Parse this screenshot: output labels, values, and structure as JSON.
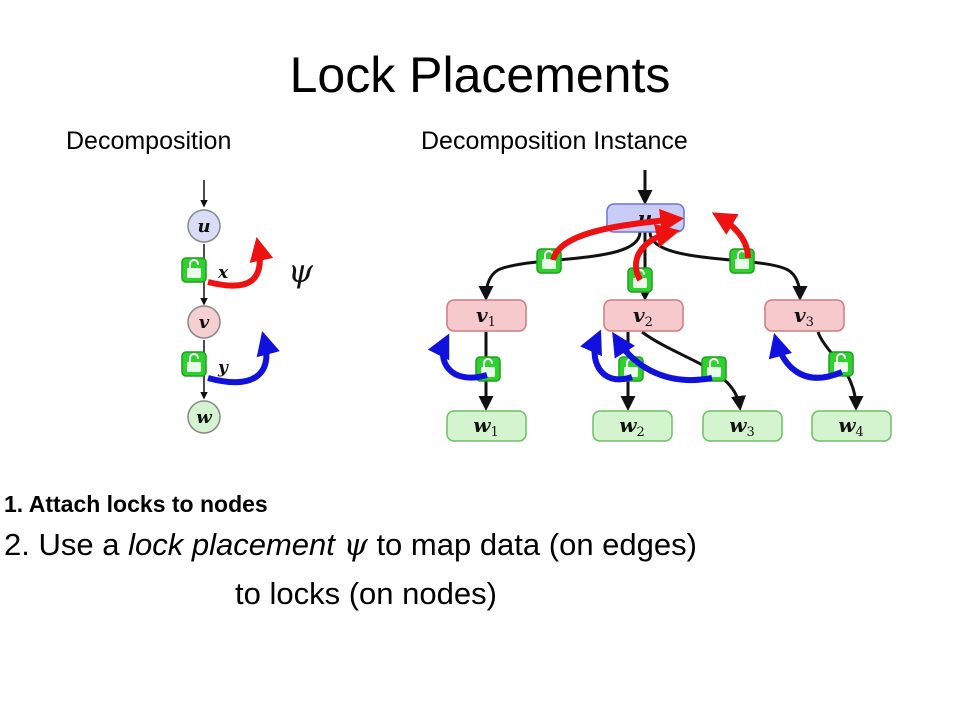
{
  "slide": {
    "title": "Lock Placements",
    "left_heading": "Decomposition",
    "right_heading": "Decomposition Instance"
  },
  "left_diagram": {
    "nodes": [
      "u",
      "v",
      "w"
    ],
    "edge_labels": [
      "x",
      "y"
    ],
    "placement_symbol": "ψ"
  },
  "right_diagram": {
    "root": "u",
    "middle": [
      {
        "base": "v",
        "sub": "1"
      },
      {
        "base": "v",
        "sub": "2"
      },
      {
        "base": "v",
        "sub": "3"
      }
    ],
    "leaves": [
      {
        "base": "w",
        "sub": "1"
      },
      {
        "base": "w",
        "sub": "2"
      },
      {
        "base": "w",
        "sub": "3"
      },
      {
        "base": "w",
        "sub": "4"
      }
    ]
  },
  "colors": {
    "root_fill": "#c9cdf5",
    "root_stroke": "#6a74d8",
    "middle_fill": "#f6c9cc",
    "middle_stroke": "#d07a80",
    "leaf_fill": "#d4f3cf",
    "leaf_stroke": "#6fbf66",
    "lock": "#2fd12f",
    "red_arrow": "#ee1111",
    "blue_arrow": "#1111dd"
  },
  "steps": {
    "step1": "1. Attach locks to nodes",
    "step2_num": "2.",
    "step2_pre": "Use a",
    "step2_em": "lock placement",
    "step2_symbol": "ψ",
    "step2_post": "to map data (on edges)",
    "step2_line2": "to locks (on nodes)"
  }
}
